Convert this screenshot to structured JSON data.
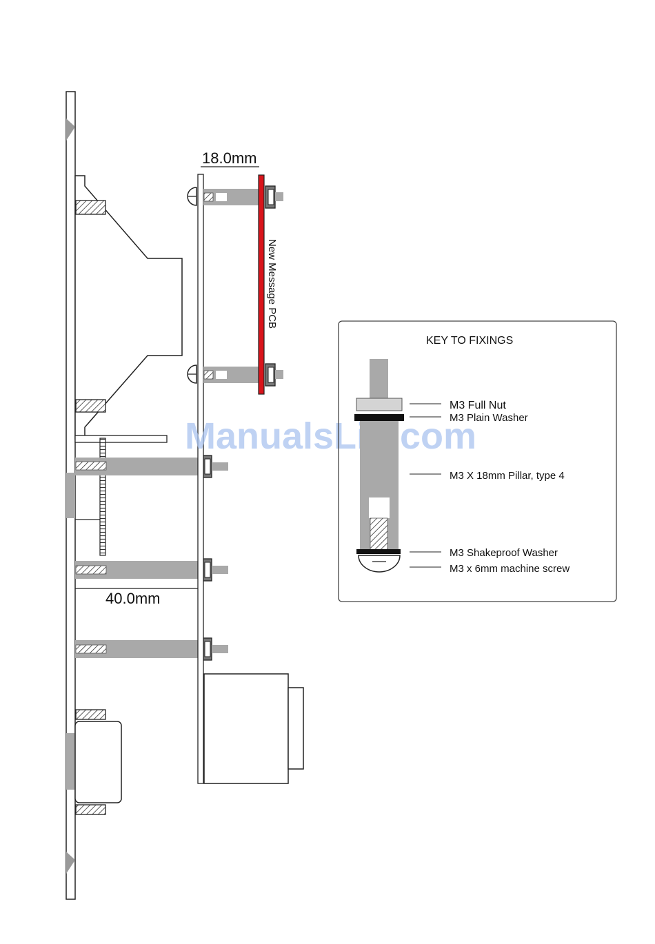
{
  "dimensions": {
    "pillar_18": "18.0mm",
    "pillar_40": "40.0mm"
  },
  "pcb_label": "New Message PCB",
  "key": {
    "title": "KEY TO FIXINGS",
    "full_nut": "M3 Full Nut",
    "plain_washer": "M3 Plain Washer",
    "pillar": "M3 X 18mm Pillar, type 4",
    "shakeproof_washer": "M3 Shakeproof Washer",
    "machine_screw": "M3 x 6mm machine screw"
  },
  "watermark": "ManualsLib.com",
  "colors": {
    "pcb": "#d9141b",
    "pillar": "#a9a9a9",
    "outline": "#222222",
    "watermark": "#a9c3ef"
  }
}
